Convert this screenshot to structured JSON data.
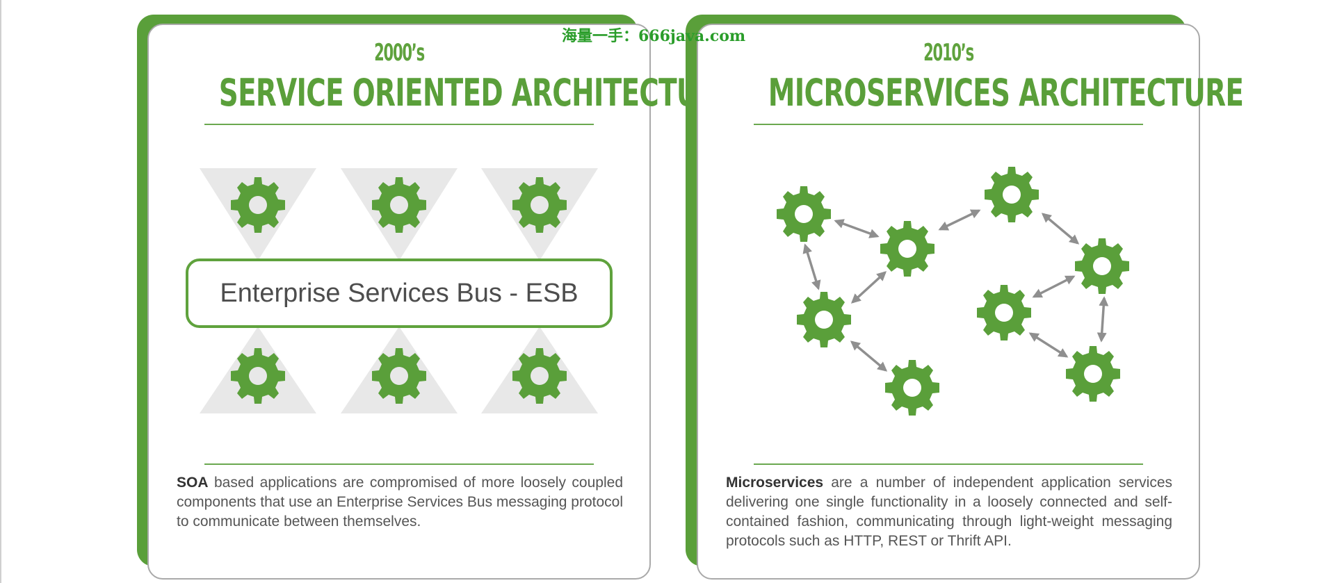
{
  "watermark": "海量一手：666java.com",
  "soa": {
    "decade": "2000’s",
    "title": "SERVICE ORIENTED ARCHITECTURE",
    "bus_label": "Enterprise Services Bus - ESB",
    "desc_term": "SOA",
    "desc_text": " based applications are compromised of more loosely coupled components that use an Enterprise Services Bus messaging protocol to communicate between themselves."
  },
  "micro": {
    "decade": "2010’s",
    "title": "MICROSERVICES ARCHITECTURE",
    "desc_term": "Microservices",
    "desc_text": " are a number of independent application services delivering one single functionality in a loosely connected and self-contained fashion, communicating through light-weight messaging protocols such as HTTP, REST or Thrift API."
  },
  "colors": {
    "accent": "#5a9f3a",
    "gear": "#5a9f3a",
    "arrow": "#8f8f8f",
    "triangle": "#e8e8e8"
  }
}
